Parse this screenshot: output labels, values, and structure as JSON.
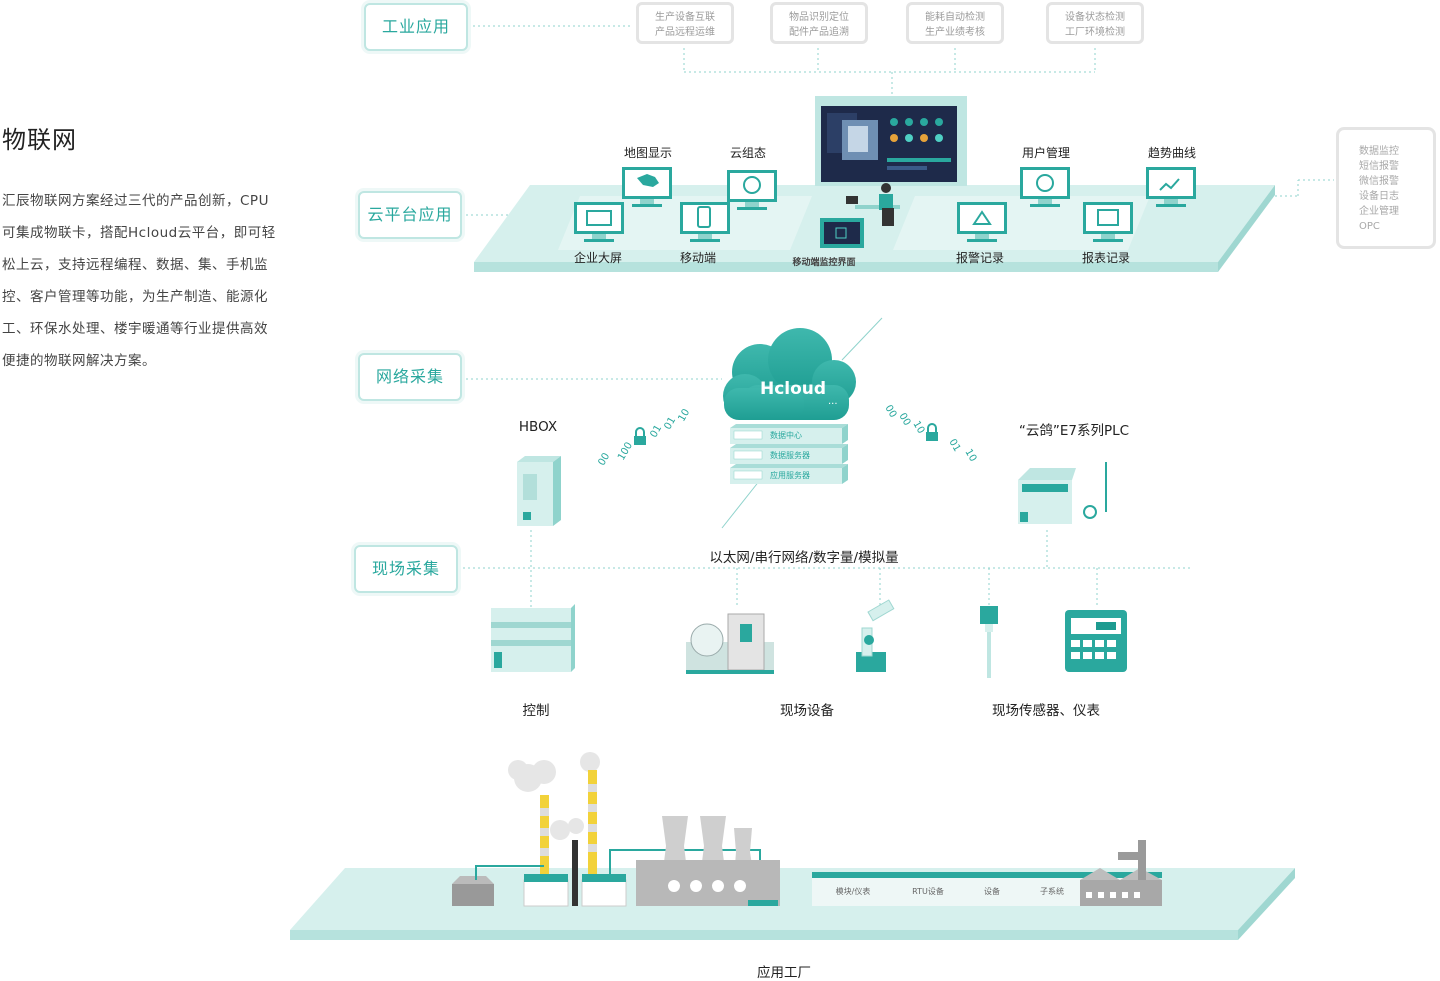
{
  "page": {
    "title": "物联网",
    "intro": "汇辰物联网方案经过三代的产品创新，CPU可集成物联卡，搭配Hcloud云平台，即可轻松上云，支持远程编程、数据、集、手机监控、客户管理等功能，为生产制造、能源化工、环保水处理、楼宇暖通等行业提供高效便捷的物联网解决方案。"
  },
  "tiers": {
    "industry": "工业应用",
    "cloud_platform": "云平台应用",
    "network": "网络采集",
    "field": "现场采集"
  },
  "industry_apps": [
    {
      "line1": "生产设备互联",
      "line2": "产品远程运维"
    },
    {
      "line1": "物品识别定位",
      "line2": "配件产品追溯"
    },
    {
      "line1": "能耗自动检测",
      "line2": "生产业绩考核"
    },
    {
      "line1": "设备状态检测",
      "line2": "工厂环境检测"
    }
  ],
  "platform_features": [
    "数据监控",
    "短信报警",
    "微信报警",
    "设备日志",
    "企业管理",
    "OPC"
  ],
  "cloud_apps": {
    "map": "地图显示",
    "config": "云组态",
    "users": "用户管理",
    "trend": "趋势曲线",
    "bigscreen": "企业大屏",
    "mobile": "移动端",
    "mobile_ui": "移动端监控界面",
    "alarm": "报警记录",
    "report": "报表记录"
  },
  "cloud": {
    "name": "Hcloud",
    "more": "...",
    "servers": [
      "数据中心",
      "数据服务器",
      "应用服务器"
    ]
  },
  "devices": {
    "hbox": "HBOX",
    "plc": "“云鸽”E7系列PLC",
    "bits_left": [
      "10",
      "01",
      "01",
      "100",
      "00"
    ],
    "bits_right": [
      "00",
      "00",
      "10",
      "01",
      "10"
    ]
  },
  "bus_label": "以太网/串行网络/数字量/模拟量",
  "field": {
    "control": "控制",
    "equipment": "现场设备",
    "sensors": "现场传感器、仪表"
  },
  "factory": {
    "strip": [
      "模块/仪表",
      "RTU设备",
      "设备",
      "子系统"
    ],
    "label": "应用工厂"
  },
  "colors": {
    "accent": "#2aa89e",
    "teal_dark": "#1d9b90",
    "platform": "#d6f0ed",
    "line": "#8fd3cc"
  }
}
